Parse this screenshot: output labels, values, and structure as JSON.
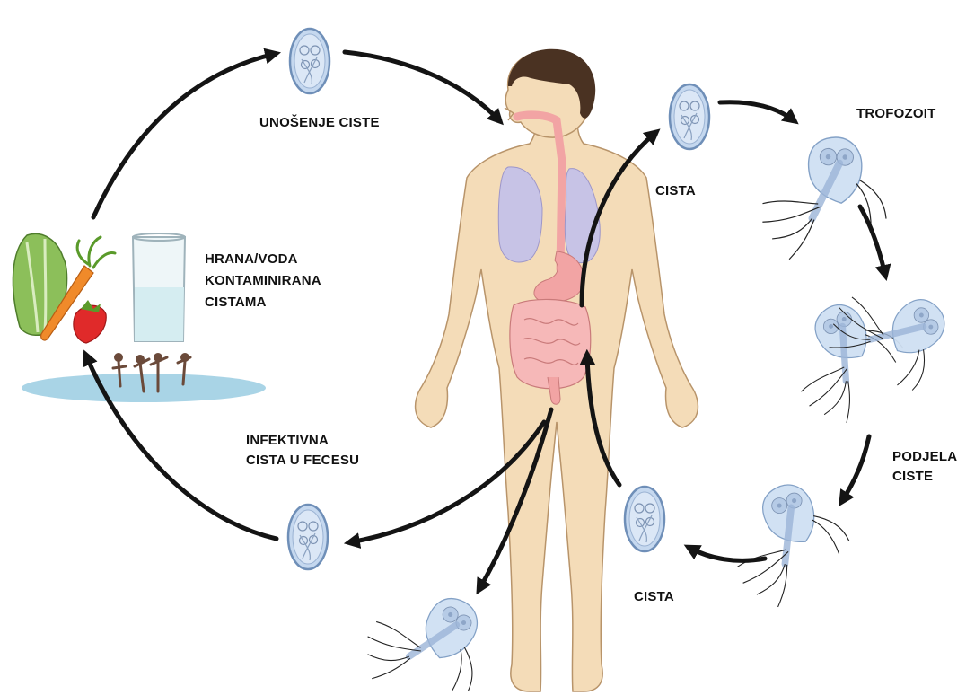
{
  "diagram": {
    "labels": {
      "unosenje_ciste": "UNOŠENJE CISTE",
      "hrana_voda": "HRANA/VODA",
      "kontaminirana": "KONTAMINIRANA",
      "cistama": "CISTAMA",
      "infektivna": "INFEKTIVNA",
      "cista_u_fecesu": "CISTA U FECESU",
      "cista_top": "CISTA",
      "trofozoit": "TROFOZOIT",
      "podjela": "PODJELA",
      "ciste": "CISTE",
      "cista_bottom": "CISTA"
    },
    "colors": {
      "arrow": "#141414",
      "cyst_fill": "#c5d8ef",
      "cyst_stroke": "#6f8fb8",
      "skin": "#f4dcb8",
      "skin_stroke": "#b8946a",
      "hair": "#4a3222",
      "lungs": "#c7c3e6",
      "gut": "#f2a4a4",
      "water": "#a9d4e6"
    },
    "icons": [
      "cyst-icon",
      "trophozoite-icon",
      "human-body-icon",
      "lettuce-icon",
      "carrot-icon",
      "strawberry-icon",
      "water-glass-icon",
      "swimmers-icon"
    ]
  }
}
